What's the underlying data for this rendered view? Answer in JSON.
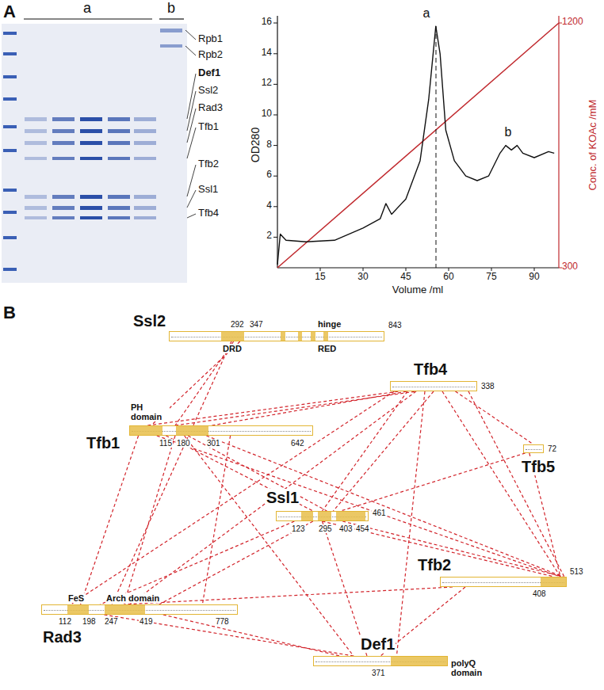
{
  "diagram": {
    "nodes": [
      {
        "text": [
          "Ssl2",
          "292",
          "347",
          "hinge",
          "843",
          "DRD",
          "RED"
        ]
      },
      {
        "text": [
          "Tfb4",
          "338"
        ]
      },
      {
        "text": [
          "PH domain",
          "Tfb1",
          "115",
          "180",
          "301",
          "642"
        ]
      },
      {
        "text": [
          "Tfb5",
          "72"
        ]
      },
      {
        "text": [
          "Ssl1",
          "461",
          "123",
          "295",
          "403",
          "454"
        ]
      },
      {
        "text": [
          "Tfb2",
          "513",
          "408"
        ]
      },
      {
        "text": [
          "FeS",
          "Arch domain",
          "Rad3",
          "112",
          "198",
          "247",
          "419",
          "778"
        ]
      },
      {
        "text": [
          "Def1",
          "371",
          "polyQ domain"
        ]
      }
    ],
    "edges": [
      {
        "from": 0,
        "to": 2,
        "arrow": "none"
      },
      {
        "from": 0,
        "to": 2,
        "arrow": "none"
      },
      {
        "from": 0,
        "to": 6,
        "arrow": "none"
      },
      {
        "from": 2,
        "to": 1,
        "arrow": "none"
      },
      {
        "from": 2,
        "to": 1,
        "arrow": "none"
      },
      {
        "from": 2,
        "to": 1,
        "arrow": "none"
      },
      {
        "from": 2,
        "to": 4,
        "arrow": "none"
      },
      {
        "from": 2,
        "to": 4,
        "arrow": "none"
      },
      {
        "from": 2,
        "to": 5,
        "arrow": "none"
      },
      {
        "from": 2,
        "to": 5,
        "arrow": "none"
      },
      {
        "from": 2,
        "to": 6,
        "arrow": "none"
      },
      {
        "from": 2,
        "to": 6,
        "arrow": "none"
      },
      {
        "from": 2,
        "to": 7,
        "arrow": "none"
      },
      {
        "from": 1,
        "to": 3,
        "arrow": "none"
      },
      {
        "from": 1,
        "to": 4,
        "arrow": "none"
      },
      {
        "from": 1,
        "to": 4,
        "arrow": "none"
      },
      {
        "from": 1,
        "to": 5,
        "arrow": "none"
      },
      {
        "from": 1,
        "to": 5,
        "arrow": "none"
      },
      {
        "from": 1,
        "to": 6,
        "arrow": "none"
      },
      {
        "from": 1,
        "to": 6,
        "arrow": "none"
      },
      {
        "from": 1,
        "to": 7,
        "arrow": "none"
      },
      {
        "from": 3,
        "to": 5,
        "arrow": "none"
      },
      {
        "from": 3,
        "to": 4,
        "arrow": "none"
      },
      {
        "from": 4,
        "to": 5,
        "arrow": "none"
      },
      {
        "from": 4,
        "to": 5,
        "arrow": "none"
      },
      {
        "from": 4,
        "to": 6,
        "arrow": "none"
      },
      {
        "from": 4,
        "to": 6,
        "arrow": "none"
      },
      {
        "from": 4,
        "to": 7,
        "arrow": "none"
      },
      {
        "from": 5,
        "to": 6,
        "arrow": "none"
      },
      {
        "from": 5,
        "to": 7,
        "arrow": "none"
      },
      {
        "from": 6,
        "to": 7,
        "arrow": "none"
      },
      {
        "from": 6,
        "to": 7,
        "arrow": "none"
      },
      {
        "from": 2,
        "to": 6,
        "arrow": "none"
      }
    ],
    "labels": [
      "A",
      "a",
      "b",
      "Rpb1",
      "Rpb2",
      "Def1",
      "Ssl2",
      "Rad3",
      "Tfb1",
      "Tfb2",
      "Ssl1",
      "Tfb4",
      "a",
      "b",
      "OD280",
      "16",
      "14",
      "12",
      "10",
      "8",
      "6",
      "4",
      "2",
      "15",
      "30",
      "45",
      "60",
      "75",
      "90",
      "Volume /ml",
      "Conc. of KOAc /mM",
      "1200",
      "300",
      "B"
    ]
  }
}
